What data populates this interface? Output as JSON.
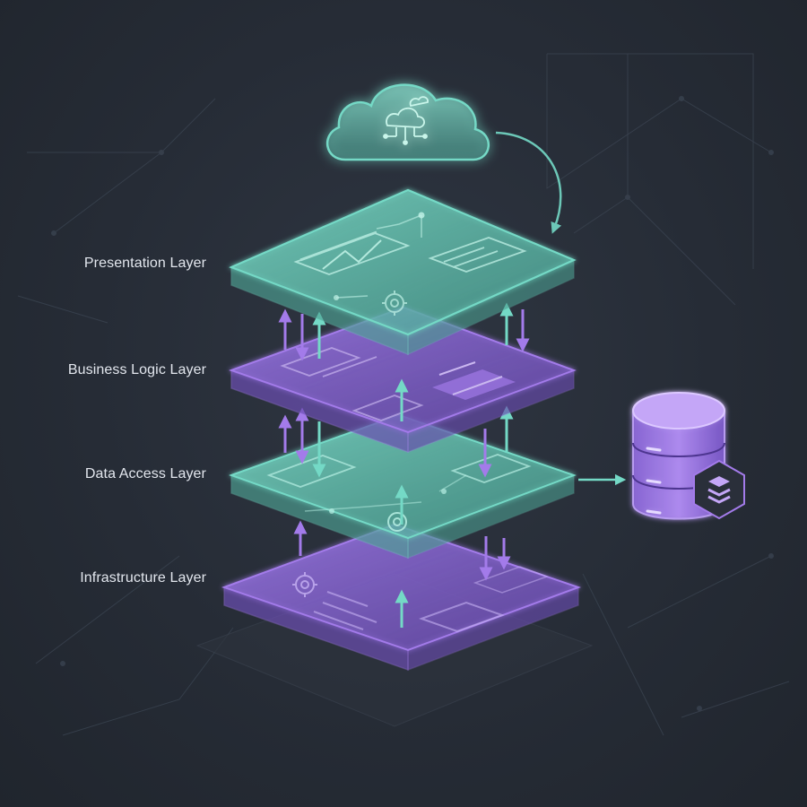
{
  "colors": {
    "background": "#262c36",
    "teal": "#74d9c6",
    "teal_fill": "#5fbfae",
    "purple": "#a37bea",
    "purple_fill": "#7d5cc4",
    "label_text": "#e3e7ee",
    "grid_line": "#3a4350"
  },
  "cloud": {
    "icon": "cloud-network-icon"
  },
  "layers": [
    {
      "id": "presentation",
      "label": "Presentation Layer",
      "color": "teal",
      "icons": [
        "browser-window-icon",
        "line-chart-icon",
        "gear-icon",
        "form-panel-icon"
      ]
    },
    {
      "id": "business-logic",
      "label": "Business Logic Layer",
      "color": "purple",
      "icons": [
        "flow-chart-icon",
        "data-panel-icon"
      ]
    },
    {
      "id": "data-access",
      "label": "Data Access Layer",
      "color": "teal",
      "icons": [
        "document-icon",
        "gear-icon",
        "panel-icon"
      ]
    },
    {
      "id": "infrastructure",
      "label": "Infrastructure Layer",
      "color": "purple",
      "icons": [
        "gear-icon",
        "text-lines-icon",
        "box-icon"
      ]
    }
  ],
  "database": {
    "icon": "database-icon",
    "badge_icon": "stacked-layers-icon"
  }
}
